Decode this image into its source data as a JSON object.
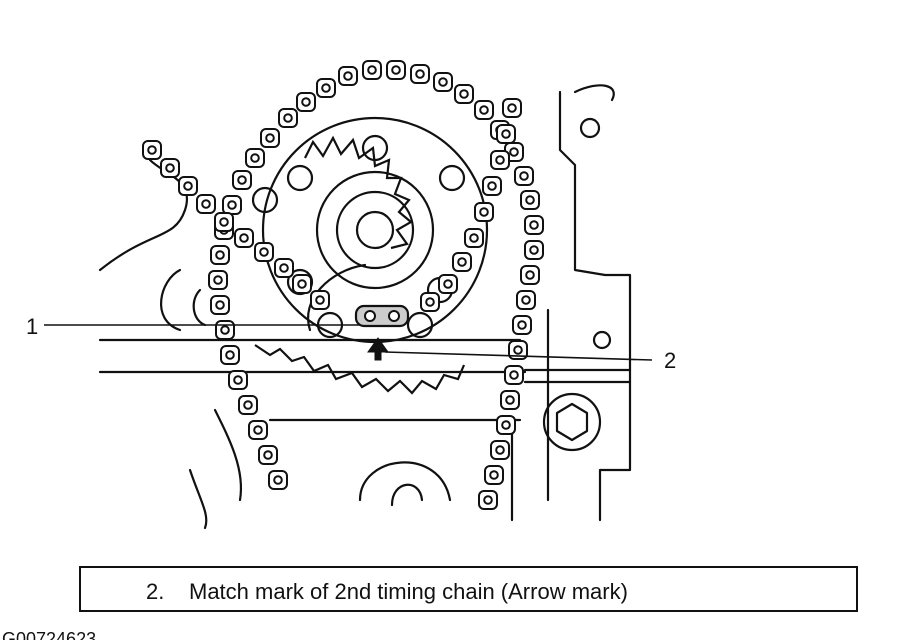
{
  "callouts": {
    "one": "1",
    "two": "2"
  },
  "caption": {
    "number": "2.",
    "text": "Match mark of 2nd timing chain (Arrow mark)"
  },
  "figure_code": "G00724623",
  "icons": [
    "sprocket-icon",
    "timing-chain-icon",
    "arrow-mark-icon"
  ],
  "colors": {
    "line": "#111111",
    "background": "#ffffff"
  }
}
